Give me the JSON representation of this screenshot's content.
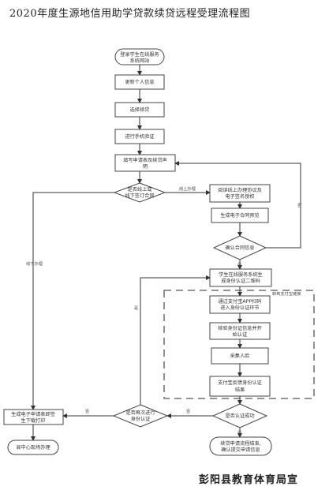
{
  "title": "2020年度生源地信用助学贷款续贷远程受理流程图",
  "footer": "彭阳县教育体育局宣",
  "nodes": {
    "n1": [
      "登录学生在线服务",
      "系统网站"
    ],
    "n2": [
      "更新个人信息"
    ],
    "n3": [
      "选择续贷"
    ],
    "n4": [
      "进行手机验证"
    ],
    "n5": [
      "填写申请表及续贷声",
      "明"
    ],
    "d1": [
      "是否线上或",
      "线下签订合同"
    ],
    "n6": [
      "阅读线上办理协议及",
      "电子签名授权"
    ],
    "n7": [
      "生成电子合同预览"
    ],
    "d2": [
      "确认合同信息"
    ],
    "n8": [
      "学生在线服务系统生",
      "成身份认证二维码"
    ],
    "n9": [
      "通过支付宝APP扫码",
      "进入身份认证环节"
    ],
    "n10": [
      "核验身份证信息并开",
      "始认证"
    ],
    "n11": [
      "采集人脸"
    ],
    "n12": [
      "支付宝反馈身份认证",
      "结果"
    ],
    "d3": [
      "是否认证成功"
    ],
    "d4": [
      "是否再次进行",
      "身份认证"
    ],
    "n13": [
      "生成电子申请表即签",
      "生下载打印"
    ],
    "t1": [
      "县中心现场办理"
    ],
    "t2": [
      "续贷申请流程结束,",
      "确认提交申请信息"
    ]
  },
  "edge_labels": {
    "online": "线上办理",
    "offline": "线下办理",
    "no": "否",
    "yes": "是",
    "alipay_section": "转到支付宝链接"
  }
}
